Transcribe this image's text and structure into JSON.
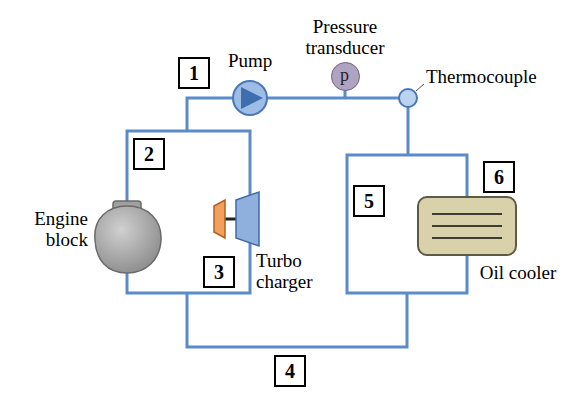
{
  "diagram": {
    "nodes": [
      {
        "text": [
          "Pressure transducer",
          "p"
        ]
      },
      {
        "text": [
          "1"
        ]
      },
      {
        "text": [
          "2"
        ]
      },
      {
        "text": [
          "3"
        ]
      },
      {
        "text": [
          "4"
        ]
      },
      {
        "text": [
          "5"
        ]
      },
      {
        "text": [
          "6"
        ]
      }
    ],
    "labels": [
      "Pump",
      "Thermocouple",
      "Engine block",
      "Turbo charger",
      "Oil cooler"
    ]
  }
}
